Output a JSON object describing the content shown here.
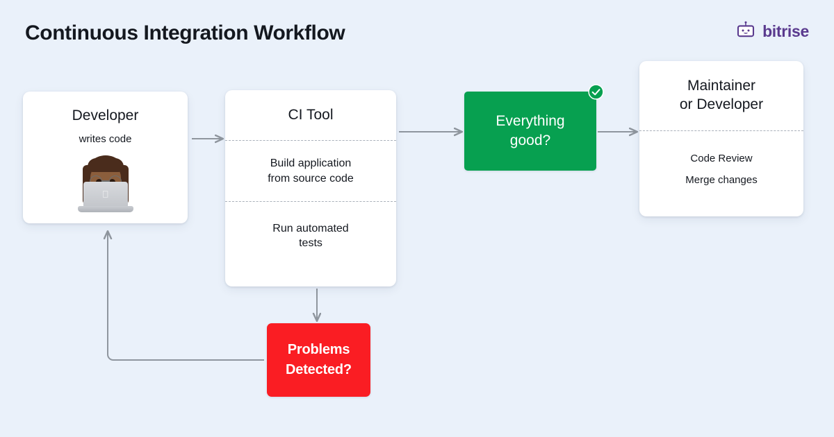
{
  "page": {
    "title": "Continuous Integration Workflow",
    "background_color": "#eaf1fa"
  },
  "brand": {
    "name": "bitrise",
    "icon": "bitrise-robot-icon",
    "color": "#5a3a8e"
  },
  "nodes": {
    "developer": {
      "title": "Developer",
      "subtitle": "writes code",
      "avatar": "developer-memoji-avatar"
    },
    "ci_tool": {
      "title": "CI Tool",
      "step_build": "Build application\nfrom source code",
      "step_build_line1": "Build application",
      "step_build_line2": "from source code",
      "step_tests_line1": "Run automated",
      "step_tests_line2": "tests"
    },
    "everything_good": {
      "label_line1": "Everything",
      "label_line2": "good?",
      "color": "#07a050",
      "badge": "success-check-icon"
    },
    "problems_detected": {
      "label_line1": "Problems",
      "label_line2": "Detected?",
      "color": "#fa1d23"
    },
    "maintainer": {
      "title_line1": "Maintainer",
      "title_line2": "or Developer",
      "task_1": "Code Review",
      "task_2": "Merge changes"
    }
  },
  "connectors": {
    "color": "#8f969e",
    "edges": [
      {
        "name": "developer-to-ci-tool",
        "from": "developer",
        "to": "ci_tool"
      },
      {
        "name": "ci-tool-to-everything-good",
        "from": "ci_tool",
        "to": "everything_good"
      },
      {
        "name": "everything-good-to-maintainer",
        "from": "everything_good",
        "to": "maintainer"
      },
      {
        "name": "ci-tool-to-problems-detected",
        "from": "ci_tool",
        "to": "problems_detected"
      },
      {
        "name": "problems-detected-to-developer",
        "from": "problems_detected",
        "to": "developer"
      }
    ]
  }
}
